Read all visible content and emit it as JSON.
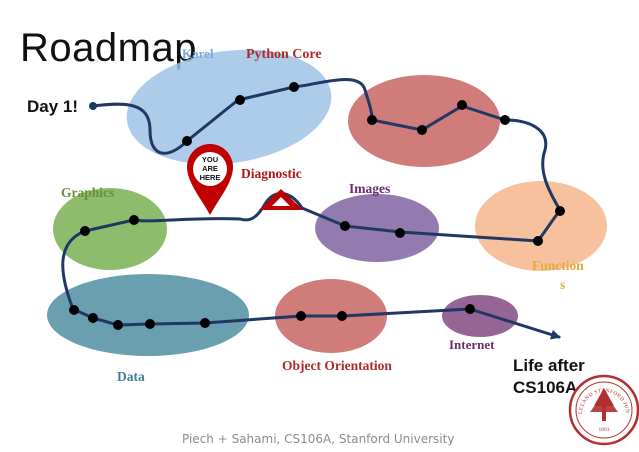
{
  "slide": {
    "title": "Roadmap",
    "start_label": "Day 1!",
    "end_label_line1": "Life after",
    "end_label_line2": "CS106A",
    "footer": "Piech + Sahami, CS106A, Stanford University"
  },
  "marker": {
    "line1": "YOU",
    "line2": "ARE",
    "line3": "HERE"
  },
  "topics": [
    {
      "id": "karel",
      "label": "Karel",
      "color": "#9dc3e6",
      "label_color": "#7aa8d6"
    },
    {
      "id": "python-core",
      "label": "Python Core",
      "color": "#c0504d",
      "label_color": "#b02a2a"
    },
    {
      "id": "diagnostic",
      "label": "Diagnostic",
      "color": "#c00000",
      "label_color": "#b01818"
    },
    {
      "id": "images",
      "label": "Images",
      "color": "#8064a2",
      "label_color": "#6b2d6b"
    },
    {
      "id": "graphics",
      "label": "Graphics",
      "color": "#70ad47",
      "label_color": "#6a8f3a"
    },
    {
      "id": "functions",
      "label_line1": "Function",
      "label_line2": "s",
      "color": "#f4b183",
      "label_color": "#e6a93d"
    },
    {
      "id": "data",
      "label": "Data",
      "color": "#4f8ea0",
      "label_color": "#3f7f94"
    },
    {
      "id": "object-orientation",
      "label": "Object Orientation",
      "color": "#c0504d",
      "label_color": "#b02a2a"
    },
    {
      "id": "internet",
      "label": "Internet",
      "color": "#7b3f7b",
      "label_color": "#6b2d6b"
    }
  ],
  "seal": {
    "text": "LELAND STANFORD JUNIOR UNIVERSITY",
    "year": "1891",
    "color": "#b22f2f"
  },
  "colors": {
    "path": "#1f3864",
    "dot": "#000000",
    "marker": "#c00000"
  }
}
